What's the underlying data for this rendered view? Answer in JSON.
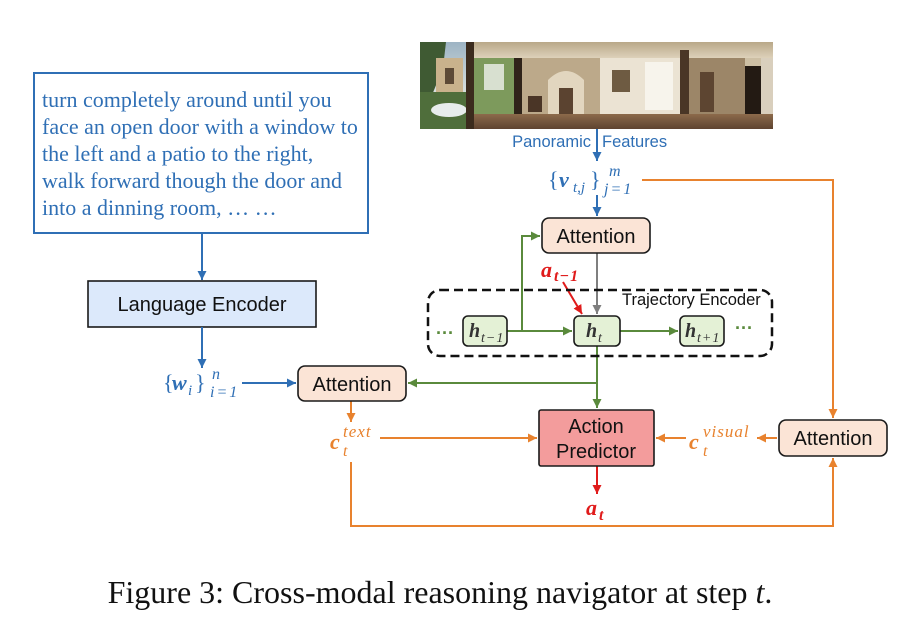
{
  "figure": {
    "instruction": {
      "lines": [
        "turn completely around until you",
        "face an open door with a window to",
        "the left and a patio to the right,",
        "walk forward though the door and",
        "into a dinning room, … …"
      ]
    },
    "language_encoder": {
      "label": "Language Encoder"
    },
    "word_features": {
      "open": "{",
      "base": "w",
      "sub": "i",
      "close": "}",
      "sup": "n",
      "range": "i=1"
    },
    "panorama": {
      "label_left": "Panoramic",
      "label_right": "Features"
    },
    "visual_features": {
      "open": "{",
      "base": "v",
      "sub": "t,j",
      "close": "}",
      "sup": "m",
      "range": "j=1"
    },
    "attention_top": {
      "label": "Attention"
    },
    "attention_text": {
      "label": "Attention"
    },
    "attention_visual": {
      "label": "Attention"
    },
    "previous_action": {
      "base": "a",
      "sub": "t−1"
    },
    "trajectory_encoder": {
      "label": "Trajectory Encoder",
      "dots_before": "···",
      "dots_after": "···",
      "states": [
        {
          "base": "h",
          "sub": "t−1"
        },
        {
          "base": "h",
          "sub": "t"
        },
        {
          "base": "h",
          "sub": "t+1"
        }
      ]
    },
    "action_predictor": {
      "lines": [
        "Action",
        "Predictor"
      ]
    },
    "text_context": {
      "base": "c",
      "sub": "t",
      "sup": "text"
    },
    "visual_context": {
      "base": "c",
      "sub": "t",
      "sup": "visual"
    },
    "action": {
      "base": "a",
      "sub": "t"
    }
  },
  "caption": {
    "prefix": "Figure 3: Cross-modal reasoning navigator at step ",
    "variable": "t",
    "suffix": "."
  },
  "colors": {
    "blue": "#2f6fb5",
    "green": "#5a8a3c",
    "orange": "#e8822e",
    "red": "#e01b1b",
    "gray": "#7f7f7f",
    "attention_fill": "#fbe4d6",
    "encoder_fill": "#dce9fb",
    "state_fill": "#e4f1d6",
    "predictor_fill": "#f39c9c"
  }
}
